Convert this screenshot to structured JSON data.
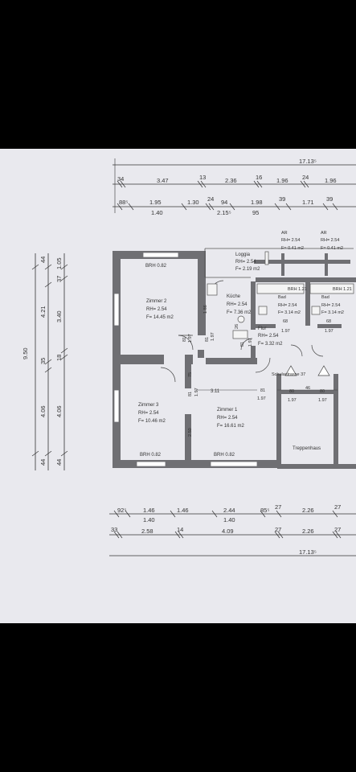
{
  "top_dimensions": {
    "total": "17.13⁵",
    "row1": [
      "34",
      "3.47",
      "13",
      "2.36",
      "16",
      "1.96",
      "24",
      "1.96"
    ],
    "row2_upper": [
      "88⁵",
      "1.95",
      "1.30",
      "24",
      "94",
      "1.98",
      "39",
      "1.71",
      "39"
    ],
    "row2_lower": [
      "1.40",
      "2.15⁵",
      "95"
    ]
  },
  "bottom_dimensions": {
    "row1_upper": [
      "92⁵",
      "1.46",
      "1.46",
      "2.44",
      "85⁵",
      "27",
      "2.26",
      "27"
    ],
    "row1_lower": [
      "1.40",
      "1.40"
    ],
    "row2": [
      "33",
      "2.58",
      "14",
      "4.09",
      "27",
      "2.26",
      "27"
    ],
    "total": "17.13⁵"
  },
  "left_dimensions": {
    "total": "9.50",
    "col2": [
      "44",
      "4.21",
      "35",
      "4.06",
      "44"
    ],
    "col3": [
      "1.05",
      "37",
      "3.40",
      "18",
      "4.06",
      "44"
    ]
  },
  "rooms": {
    "zimmer2": {
      "name": "Zimmer 2",
      "rh": "RH= 2.54",
      "area": "F= 14.45 m2"
    },
    "zimmer3": {
      "name": "Zimmer 3",
      "rh": "RH= 2.54",
      "area": "F= 10.46 m2"
    },
    "zimmer1": {
      "name": "Zimmer 1",
      "rh": "RH= 2.54",
      "area": "F= 16.61 m2"
    },
    "kueche": {
      "name": "Küche",
      "rh": "RH= 2.54",
      "area": "F= 7.36 m2"
    },
    "loggia": {
      "name": "Loggia",
      "rh": "RH= 2.54",
      "area": "F= 2.19 m2"
    },
    "flur": {
      "name": "Flur",
      "rh": "RH= 2.54",
      "area": "F= 3.32 m2"
    },
    "bad_left": {
      "name": "Bad",
      "rh": "RH= 2.54",
      "area": "F= 3.14 m2"
    },
    "bad_right": {
      "name": "Bad",
      "rh": "RH= 2.54",
      "area": "F= 3.14 m2"
    },
    "ar_left": {
      "name": "AR",
      "rh": "RH= 2.54",
      "area": "F= 0.41 m2"
    },
    "ar_right": {
      "name": "AR",
      "rh": "RH= 2.54",
      "area": "F= 0.41 m2"
    },
    "treppenhaus": {
      "name": "Treppenhaus"
    }
  },
  "brh": {
    "top": "BRH 0.82",
    "bottom_left": "BRH 0.82",
    "bottom_mid": "BRH 0.82",
    "bad_left": "BRH 1.21",
    "bad_right": "BRH 1.21"
  },
  "interior_dimensions": {
    "d_1_86": "1.86",
    "d_1_97_a": "1.97",
    "d_81_a": "81",
    "d_1_97_b": "1.97",
    "d_81_b": "81",
    "d_26": "26",
    "d_81_c": "81",
    "d_1_97_c": "1.97",
    "d_75": "75",
    "d_81_d": "81",
    "d_1_97_d": "1.97",
    "d_3_11": "3.11",
    "d_2_50": "2.50",
    "d_81_e": "81",
    "d_1_97_e": "1.97",
    "d_68_a": "68",
    "d_68_b": "68",
    "d_1_97_f": "1.97",
    "d_1_97_g": "1.97",
    "d_80_a": "80",
    "d_46": "46",
    "d_80_b": "80",
    "d_1_97_h": "1.97",
    "d_1_97_i": "1.97"
  },
  "street_label": "Schulastrasse 37"
}
